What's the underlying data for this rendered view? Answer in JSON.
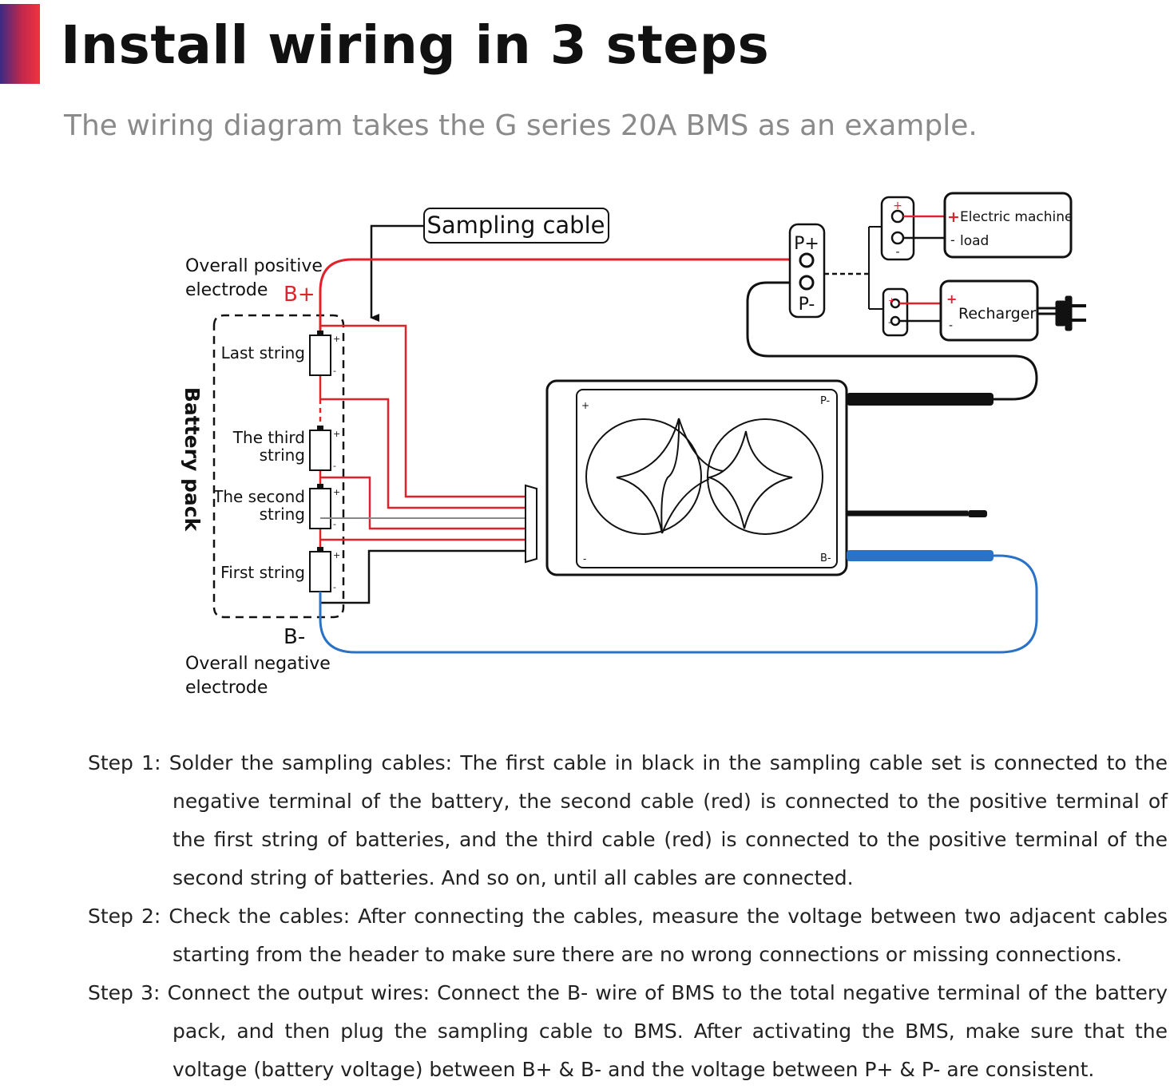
{
  "header": {
    "title": "Install wiring in 3 steps",
    "subtitle": "The wiring diagram takes the G series 20A BMS as an example."
  },
  "colors": {
    "accent_start": "#3b2a86",
    "accent_end": "#ef3340",
    "positive_wire": "#e0222b",
    "negative_wire": "#2a72c7",
    "black_wire": "#111111"
  },
  "diagram": {
    "sampling_cable_label": "Sampling cable",
    "overall_positive_line1": "Overall positive",
    "overall_positive_line2": "electrode",
    "b_plus": "B+",
    "b_minus": "B-",
    "overall_negative_line1": "Overall negative",
    "overall_negative_line2": "electrode",
    "battery_pack_label": "Battery pack",
    "strings": {
      "last": "Last string",
      "third_line1": "The third",
      "third_line2": "string",
      "second_line1": "The second",
      "second_line2": "string",
      "first": "First string"
    },
    "p_plus": "P+",
    "p_minus": "P-",
    "load_line1": "Electric machine",
    "load_line2": "load",
    "recharger": "Recharger",
    "bms_p_minus": "P-",
    "bms_b_minus": "B-",
    "bms_plus": "+",
    "bms_minus": "-",
    "plus_sign": "+",
    "minus_sign": "-"
  },
  "steps": [
    {
      "text": "Step 1: Solder the sampling cables: The first cable in black in the sampling cable set is connected to the negative terminal of the battery, the second cable (red) is connected to the positive terminal of the first string of batteries, and the third cable (red) is connected to the positive terminal of the second string of batteries. And so on, until all cables are connected."
    },
    {
      "text": "Step 2: Check the cables: After connecting the cables, measure the voltage between two adjacent cables starting from the header to make sure there are no wrong connections or missing connections."
    },
    {
      "text": "Step 3: Connect the output wires: Connect the B- wire of BMS to the total negative terminal of the battery pack, and then plug the sampling cable to BMS. After activating the BMS, make sure that the voltage (battery voltage) between B+ & B- and the voltage between P+ & P- are consistent."
    }
  ]
}
